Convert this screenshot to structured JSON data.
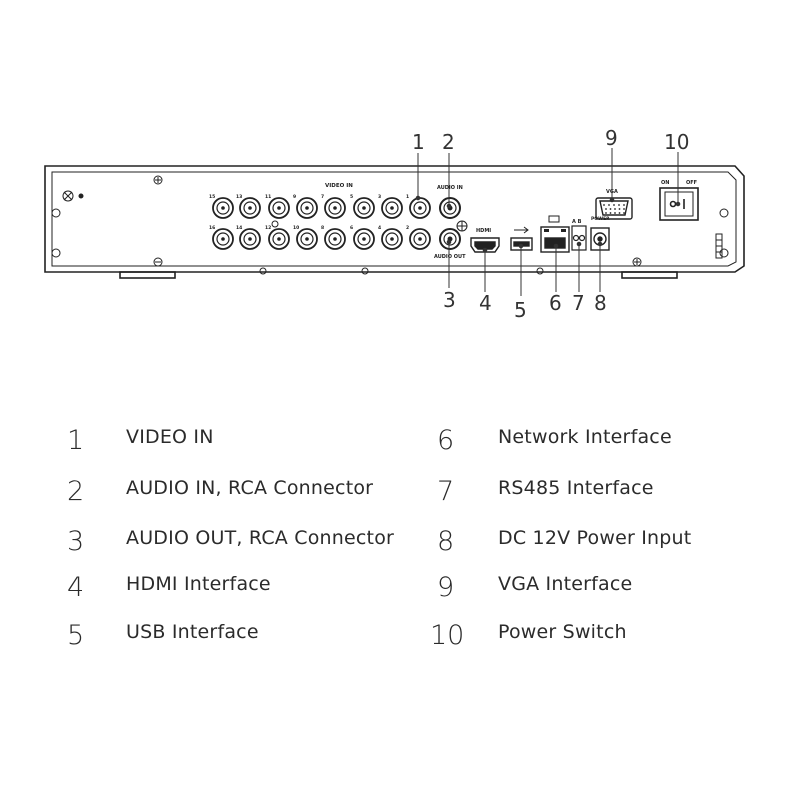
{
  "panel": {
    "video_in_label": "VIDEO IN",
    "audio_in_label": "AUDIO IN",
    "audio_out_label": "AUDIO OUT",
    "hdmi_label": "HDMI",
    "vga_label": "VGA",
    "ab_label": "A B",
    "power_label": "POWER",
    "on_label": "ON",
    "off_label": "OFF",
    "top_row_channels": [
      "15",
      "13",
      "11",
      "9",
      "7",
      "5",
      "3",
      "1"
    ],
    "bottom_row_channels": [
      "16",
      "14",
      "12",
      "10",
      "8",
      "6",
      "4",
      "2"
    ]
  },
  "callouts": {
    "c1": "1",
    "c2": "2",
    "c3": "3",
    "c4": "4",
    "c5": "5",
    "c6": "6",
    "c7": "7",
    "c8": "8",
    "c9": "9",
    "c10": "10"
  },
  "legend": [
    {
      "num": "1",
      "label": "VIDEO IN"
    },
    {
      "num": "2",
      "label": "AUDIO IN, RCA Connector"
    },
    {
      "num": "3",
      "label": "AUDIO OUT, RCA Connector"
    },
    {
      "num": "4",
      "label": "HDMI Interface"
    },
    {
      "num": "5",
      "label": "USB Interface"
    },
    {
      "num": "6",
      "label": "Network Interface"
    },
    {
      "num": "7",
      "label": "RS485 Interface"
    },
    {
      "num": "8",
      "label": "DC 12V Power Input"
    },
    {
      "num": "9",
      "label": "VGA Interface"
    },
    {
      "num": "10",
      "label": "Power Switch"
    }
  ]
}
